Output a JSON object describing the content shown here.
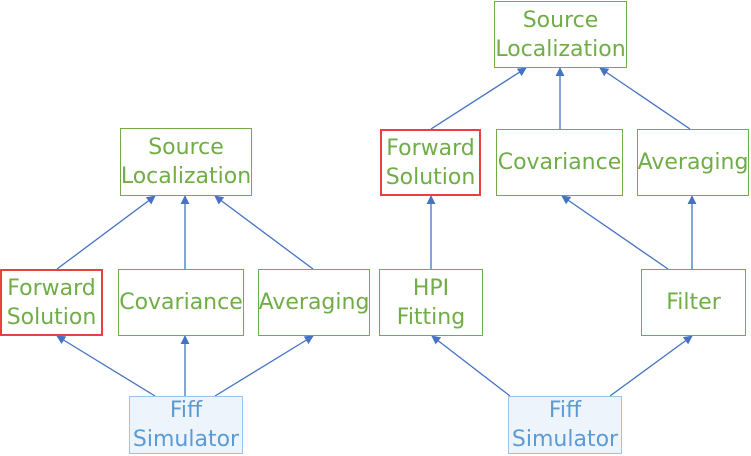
{
  "colors": {
    "module_border": "#70ad47",
    "module_text": "#70ad47",
    "highlight_border": "#e84040",
    "simulator_border": "#9dc3e6",
    "simulator_text": "#5b9bd5",
    "simulator_fill": "#eef4fb",
    "arrow": "#4472c4"
  },
  "diagram_left": {
    "source_localization": [
      "Source",
      "Localization"
    ],
    "forward_solution": [
      "Forward",
      "Solution"
    ],
    "covariance": [
      "Covariance"
    ],
    "averaging": [
      "Averaging"
    ],
    "fiff_simulator": [
      "Fiff",
      "Simulator"
    ]
  },
  "diagram_right": {
    "source_localization": [
      "Source",
      "Localization"
    ],
    "forward_solution": [
      "Forward",
      "Solution"
    ],
    "covariance": [
      "Covariance"
    ],
    "averaging": [
      "Averaging"
    ],
    "hpi_fitting": [
      "HPI",
      "Fitting"
    ],
    "filter": [
      "Filter"
    ],
    "fiff_simulator": [
      "Fiff",
      "Simulator"
    ]
  }
}
